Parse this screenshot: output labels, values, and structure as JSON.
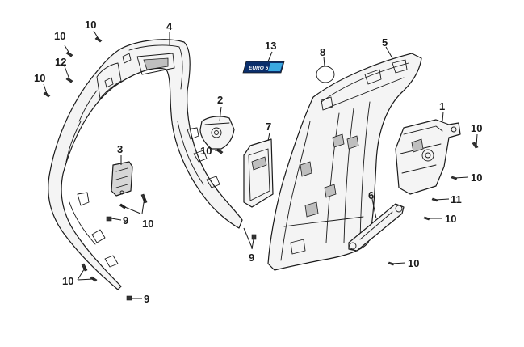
{
  "callouts": {
    "c1": "1",
    "c2": "2",
    "c3": "3",
    "c4": "4",
    "c5": "5",
    "c6": "6",
    "c7": "7",
    "c8": "8",
    "c9a": "9",
    "c9b": "9",
    "c9c": "9",
    "c10a": "10",
    "c10b": "10",
    "c10c": "10",
    "c10d": "10",
    "c10e": "10",
    "c10f": "10",
    "c10g": "10",
    "c10h": "10",
    "c10i": "10",
    "c10j": "10",
    "c11": "11",
    "c12": "12",
    "c13": "13"
  },
  "badge": {
    "text": "EURO 5",
    "colors": {
      "background": "#0b2f6b",
      "accent": "#3aa8e0"
    }
  }
}
